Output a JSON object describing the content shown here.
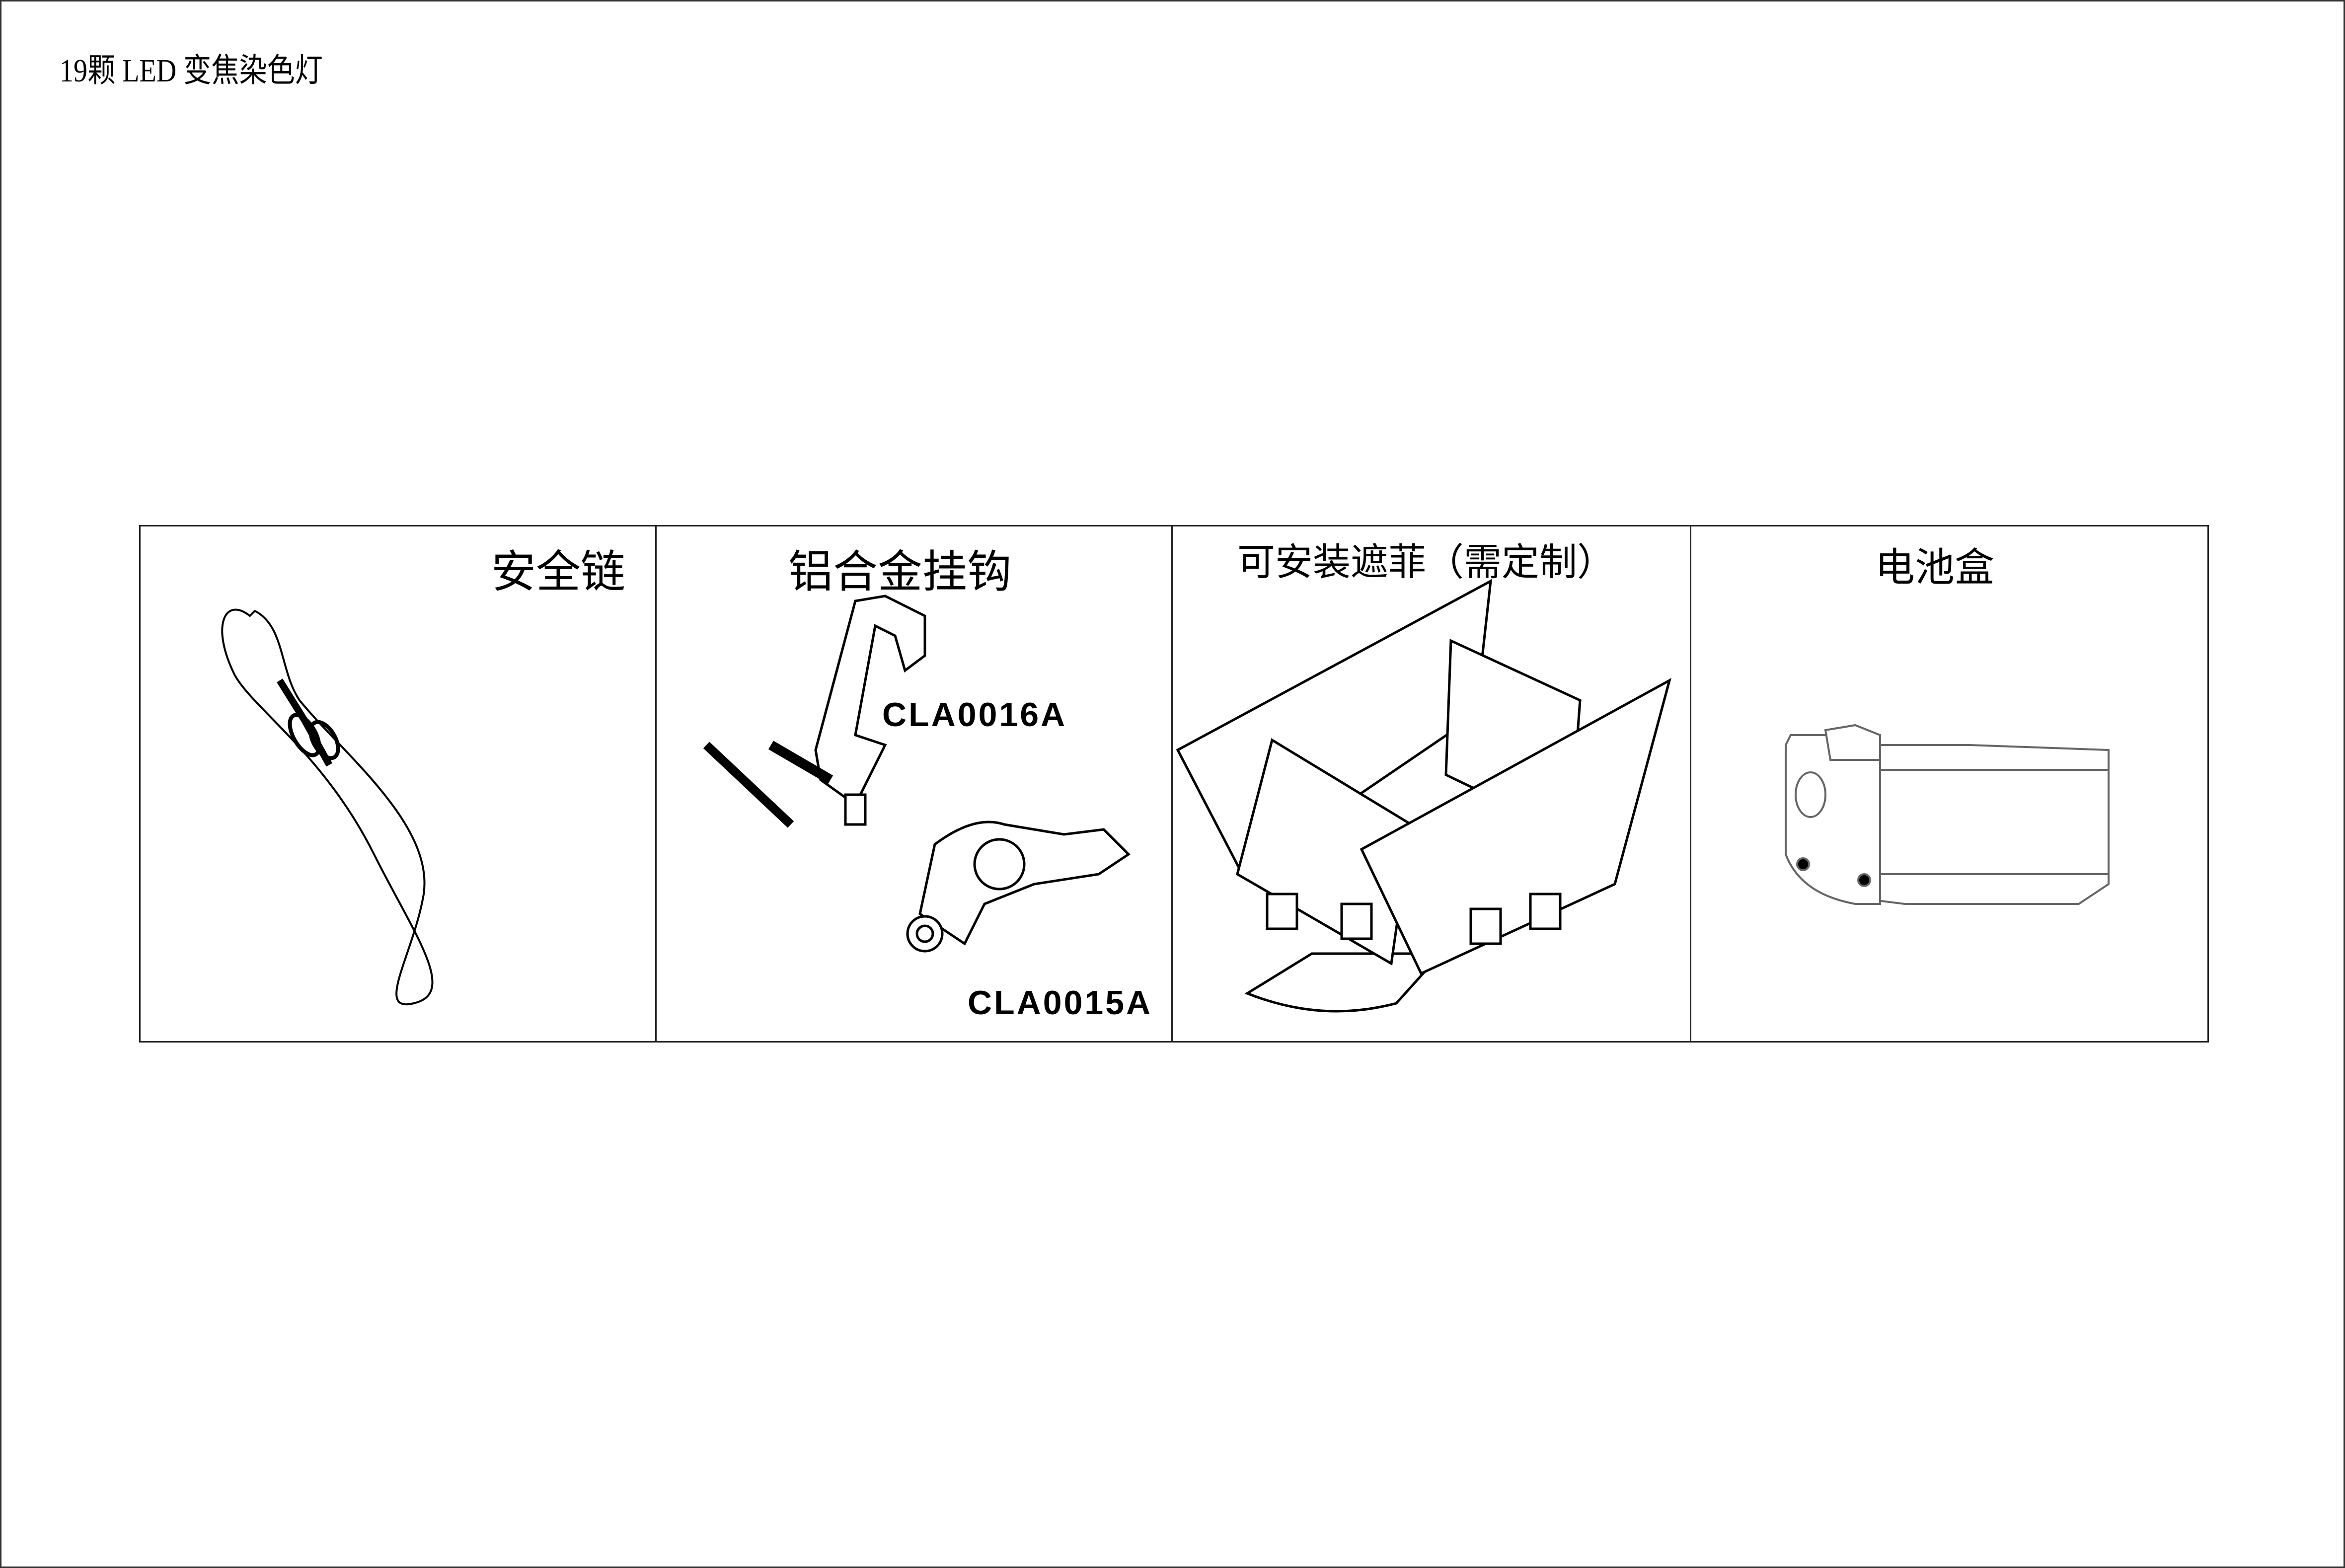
{
  "title": "19颗 LED 变焦染色灯",
  "accessories": [
    {
      "name": "安全链"
    },
    {
      "name": "铝合金挂钩",
      "codes": [
        "CLA0016A",
        "CLA0015A"
      ]
    },
    {
      "name": "可安装遮菲（需定制）"
    },
    {
      "name": "电池盒"
    }
  ]
}
